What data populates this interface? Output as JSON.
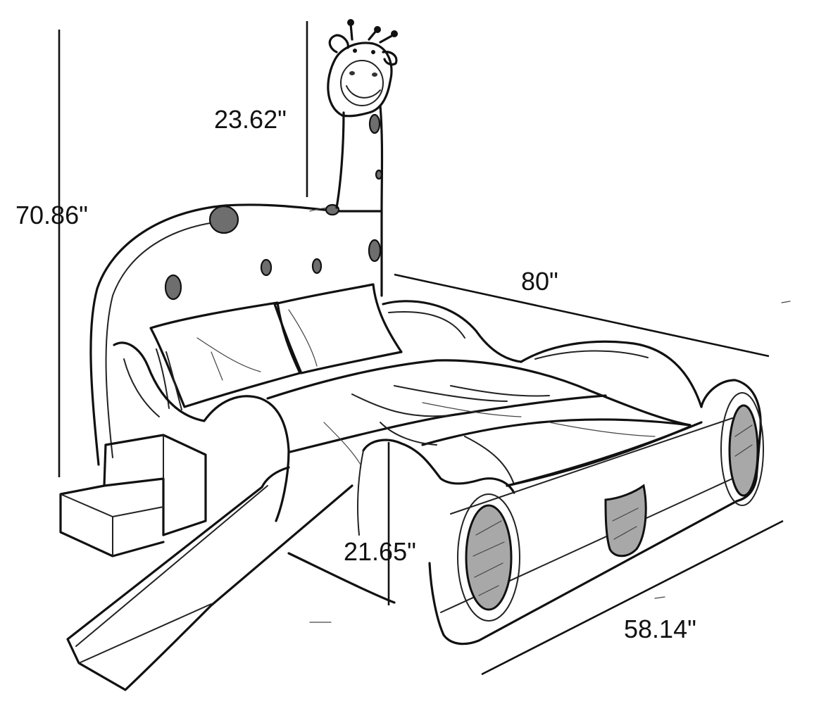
{
  "dimensions": {
    "total_height": "70.86\"",
    "head_height": "23.62\"",
    "length": "80\"",
    "width": "58.14\"",
    "side_height": "21.65\""
  }
}
